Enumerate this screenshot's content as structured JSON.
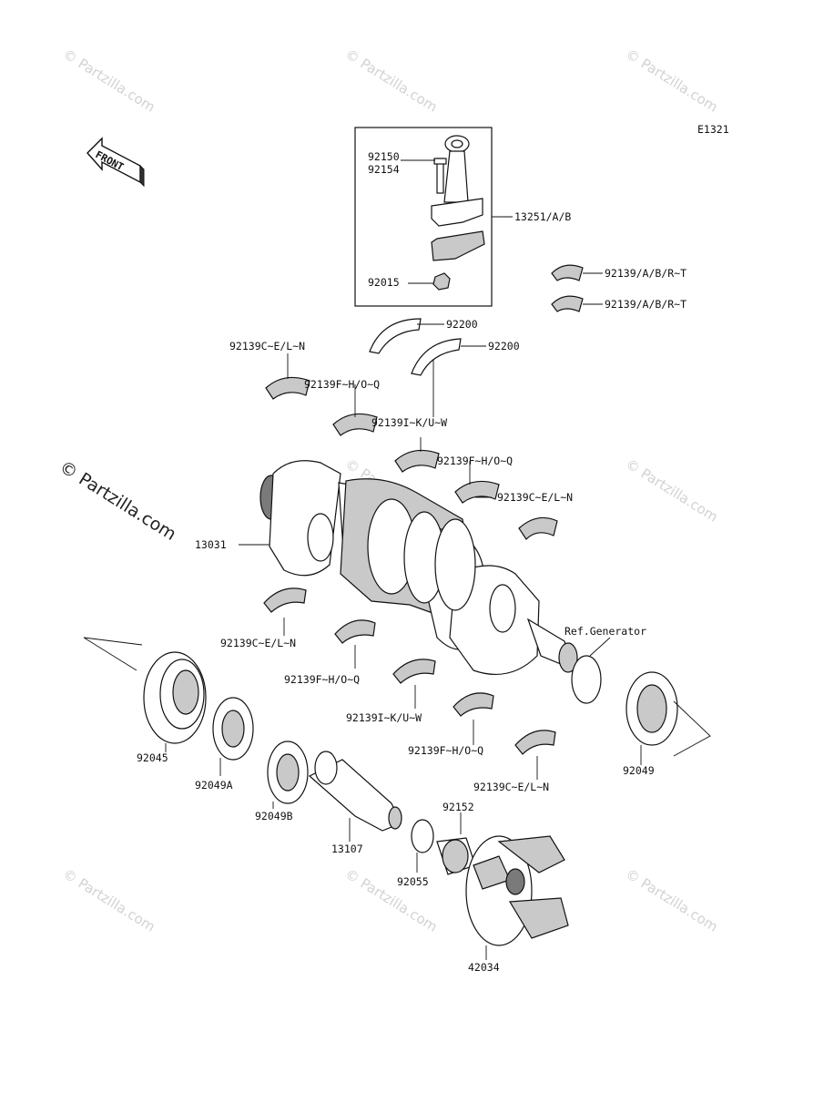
{
  "diagram_code": "E1321",
  "front_label": "FRONT",
  "watermark": "© Partzilla.com",
  "callouts": [
    {
      "id": "c1",
      "text": "92150"
    },
    {
      "id": "c2",
      "text": "92154"
    },
    {
      "id": "c3",
      "text": "13251/A/B"
    },
    {
      "id": "c4",
      "text": "92015"
    },
    {
      "id": "c5",
      "text": "92139/A/B/R~T"
    },
    {
      "id": "c6",
      "text": "92139/A/B/R~T"
    },
    {
      "id": "c7",
      "text": "92200"
    },
    {
      "id": "c8",
      "text": "92200"
    },
    {
      "id": "c9",
      "text": "92139C~E/L~N"
    },
    {
      "id": "c10",
      "text": "92139F~H/O~Q"
    },
    {
      "id": "c11",
      "text": "92139I~K/U~W"
    },
    {
      "id": "c12",
      "text": "92139F~H/O~Q"
    },
    {
      "id": "c13",
      "text": "92139C~E/L~N"
    },
    {
      "id": "c14",
      "text": "13031"
    },
    {
      "id": "c15",
      "text": "92139C~E/L~N"
    },
    {
      "id": "c16",
      "text": "92139F~H/O~Q"
    },
    {
      "id": "c17",
      "text": "92139I~K/U~W"
    },
    {
      "id": "c18",
      "text": "92139F~H/O~Q"
    },
    {
      "id": "c19",
      "text": "92139C~E/L~N"
    },
    {
      "id": "c20",
      "text": "Ref.Generator"
    },
    {
      "id": "c21",
      "text": "92045"
    },
    {
      "id": "c22",
      "text": "92049A"
    },
    {
      "id": "c23",
      "text": "92049B"
    },
    {
      "id": "c24",
      "text": "13107"
    },
    {
      "id": "c25",
      "text": "92152"
    },
    {
      "id": "c26",
      "text": "92055"
    },
    {
      "id": "c27",
      "text": "42034"
    },
    {
      "id": "c28",
      "text": "92049"
    }
  ]
}
